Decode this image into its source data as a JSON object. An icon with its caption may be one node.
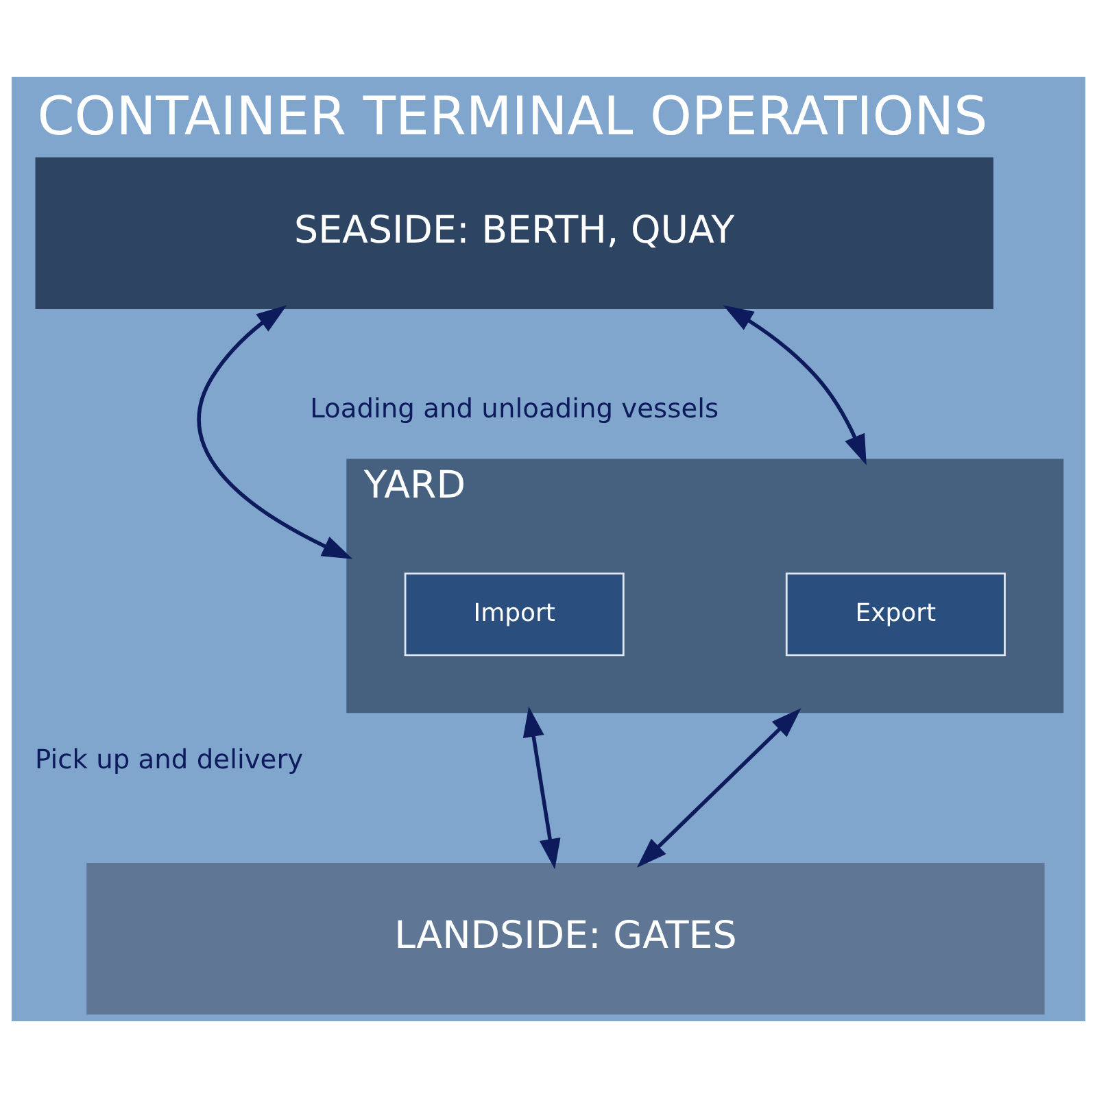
{
  "diagram": {
    "title": "CONTAINER TERMINAL OPERATIONS",
    "nodes": [
      {
        "text": [
          "SEASIDE: BERTH, QUAY"
        ]
      },
      {
        "text": [
          "YARD"
        ]
      },
      {
        "text": [
          "Import"
        ],
        "in": 1
      },
      {
        "text": [
          "Export"
        ],
        "in": 1
      },
      {
        "text": [
          "LANDSIDE: GATES"
        ]
      }
    ],
    "edges": [
      {
        "from": 0,
        "to": 1,
        "arrow": "both"
      },
      {
        "from": 0,
        "to": 1,
        "arrow": "both"
      },
      {
        "from": 1,
        "to": 4,
        "arrow": "both"
      },
      {
        "from": 1,
        "to": 4,
        "arrow": "both"
      }
    ],
    "labels": [
      "Loading and unloading vessels",
      "Pick up and delivery"
    ]
  }
}
